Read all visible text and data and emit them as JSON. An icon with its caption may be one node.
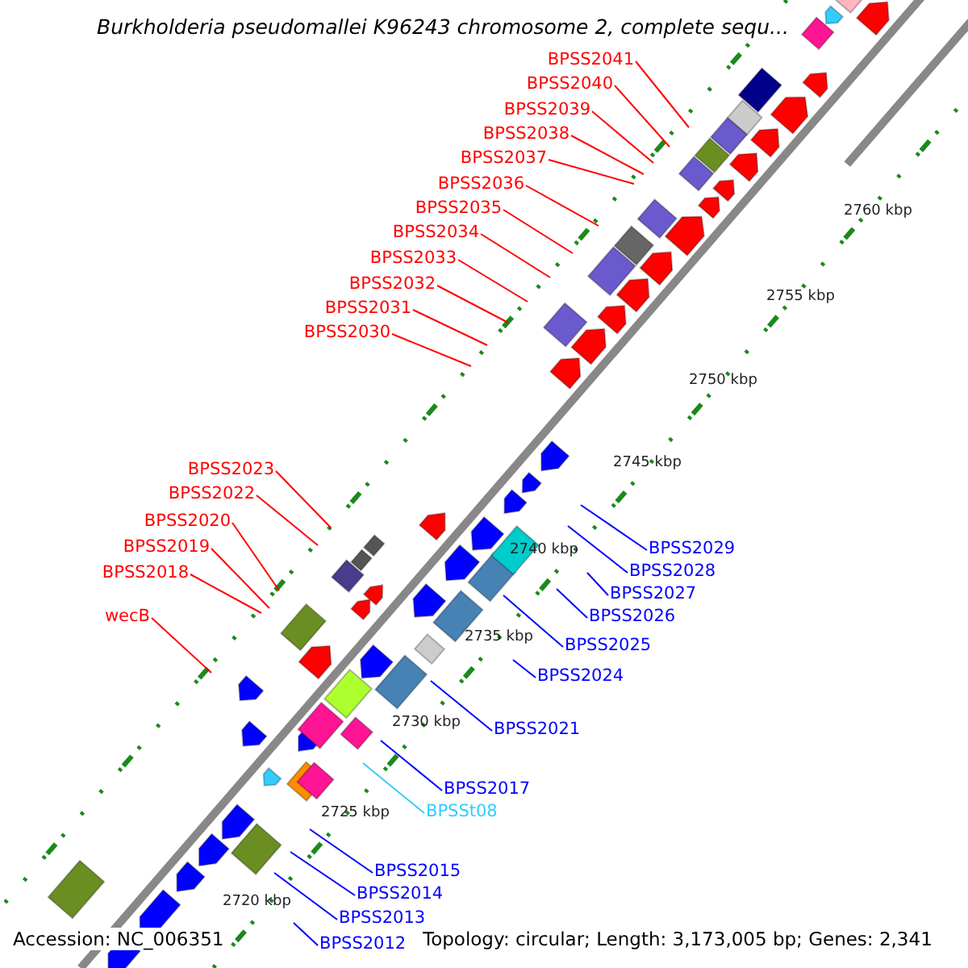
{
  "diagram": {
    "title": "Burkholderia pseudomallei K96243 chromosome 2, complete sequ...",
    "nodes": [
      {
        "text": [
          "BPSS2041"
        ]
      },
      {
        "text": [
          "BPSS2040"
        ]
      },
      {
        "text": [
          "BPSS2039"
        ]
      },
      {
        "text": [
          "BPSS2038"
        ]
      },
      {
        "text": [
          "BPSS2037"
        ]
      },
      {
        "text": [
          "BPSS2036"
        ]
      },
      {
        "text": [
          "BPSS2035"
        ]
      },
      {
        "text": [
          "BPSS2034"
        ]
      },
      {
        "text": [
          "BPSS2033"
        ]
      },
      {
        "text": [
          "BPSS2032"
        ]
      },
      {
        "text": [
          "BPSS2031"
        ]
      },
      {
        "text": [
          "BPSS2030"
        ]
      },
      {
        "text": [
          "BPSS2023"
        ]
      },
      {
        "text": [
          "BPSS2022"
        ]
      },
      {
        "text": [
          "BPSS2020"
        ]
      },
      {
        "text": [
          "BPSS2019"
        ]
      },
      {
        "text": [
          "BPSS2018"
        ]
      },
      {
        "text": [
          "wecB"
        ]
      },
      {
        "text": [
          "BPSS2029"
        ]
      },
      {
        "text": [
          "BPSS2028"
        ]
      },
      {
        "text": [
          "BPSS2027"
        ]
      },
      {
        "text": [
          "BPSS2026"
        ]
      },
      {
        "text": [
          "BPSS2025"
        ]
      },
      {
        "text": [
          "BPSS2024"
        ]
      },
      {
        "text": [
          "BPSS2021"
        ]
      },
      {
        "text": [
          "BPSS2017"
        ]
      },
      {
        "text": [
          "BPSSt08"
        ]
      },
      {
        "text": [
          "BPSS2015"
        ]
      },
      {
        "text": [
          "BPSS2014"
        ]
      },
      {
        "text": [
          "BPSS2013"
        ]
      },
      {
        "text": [
          "BPSS2012"
        ]
      }
    ],
    "edges": [
      {
        "from": 0,
        "to": null,
        "arrow": "none"
      },
      {
        "from": 1,
        "to": null,
        "arrow": "none"
      },
      {
        "from": 2,
        "to": null,
        "arrow": "none"
      },
      {
        "from": 3,
        "to": null,
        "arrow": "none"
      },
      {
        "from": 4,
        "to": null,
        "arrow": "none"
      },
      {
        "from": 5,
        "to": null,
        "arrow": "none"
      },
      {
        "from": 6,
        "to": null,
        "arrow": "none"
      },
      {
        "from": 7,
        "to": null,
        "arrow": "none"
      },
      {
        "from": 8,
        "to": null,
        "arrow": "none"
      },
      {
        "from": 9,
        "to": null,
        "arrow": "none"
      },
      {
        "from": 10,
        "to": null,
        "arrow": "none"
      },
      {
        "from": 11,
        "to": null,
        "arrow": "none"
      },
      {
        "from": 12,
        "to": null,
        "arrow": "none"
      },
      {
        "from": 13,
        "to": null,
        "arrow": "none"
      },
      {
        "from": 14,
        "to": null,
        "arrow": "none"
      },
      {
        "from": 15,
        "to": null,
        "arrow": "none"
      },
      {
        "from": 16,
        "to": null,
        "arrow": "none"
      },
      {
        "from": 17,
        "to": null,
        "arrow": "none"
      },
      {
        "from": 18,
        "to": null,
        "arrow": "none",
        "color": "#0000ff"
      },
      {
        "from": 19,
        "to": null,
        "arrow": "none",
        "color": "#0000ff"
      },
      {
        "from": 20,
        "to": null,
        "arrow": "none",
        "color": "#0000ff"
      },
      {
        "from": 21,
        "to": null,
        "arrow": "none",
        "color": "#0000ff"
      },
      {
        "from": 22,
        "to": null,
        "arrow": "none",
        "color": "#0000ff"
      },
      {
        "from": 23,
        "to": null,
        "arrow": "none",
        "color": "#0000ff"
      },
      {
        "from": 24,
        "to": null,
        "arrow": "none",
        "color": "#0000ff"
      },
      {
        "from": 25,
        "to": null,
        "arrow": "none",
        "color": "#0000ff"
      },
      {
        "from": 26,
        "to": null,
        "arrow": "none",
        "color": "#33ccff"
      },
      {
        "from": 27,
        "to": null,
        "arrow": "none",
        "color": "#0000ff"
      },
      {
        "from": 28,
        "to": null,
        "arrow": "none",
        "color": "#0000ff"
      },
      {
        "from": 29,
        "to": null,
        "arrow": "none",
        "color": "#0000ff"
      },
      {
        "from": 30,
        "to": null,
        "arrow": "none",
        "color": "#0000ff"
      }
    ],
    "labels": [
      "2760 kbp",
      "2755 kbp",
      "2750 kbp",
      "2745 kbp",
      "2740 kbp",
      "2735 kbp",
      "2730 kbp",
      "2725 kbp",
      "2720 kbp",
      "Accession: NC_006351",
      "Topology: circular; Length: 3,173,005 bp; Genes: 2,341"
    ]
  }
}
